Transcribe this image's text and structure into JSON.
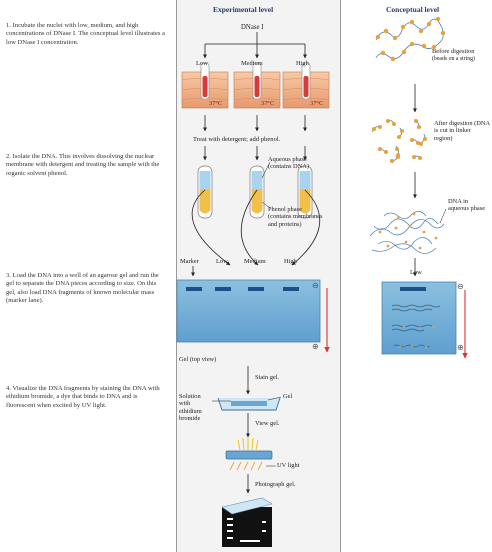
{
  "headers": {
    "experimental": "Experimental level",
    "conceptual": "Conceptual level"
  },
  "steps": [
    {
      "text": "1. Incubate the nuclei with low, medium, and high concentrations of DNase I. The conceptual level illustrates a low DNase I concentration."
    },
    {
      "text": "2. Isolate the DNA. This involves dissolving the nuclear membrane with detergent and treating the sample with the organic solvent phenol."
    },
    {
      "text": "3. Load the DNA into a well of an agarose gel and run the gel to separate the DNA pieces according to size. On this gel, also load DNA fragments of known molecular mass (marker lane)."
    },
    {
      "text": "4. Visualize the DNA fragments by staining the DNA with ethidium bromide, a dye that binds to DNA and is fluorescent when excited by UV light."
    }
  ],
  "experimental": {
    "dnase_label": "DNase I",
    "concentrations": [
      "Low",
      "Medium",
      "High"
    ],
    "temperature": "37°C",
    "detergent_label": "Treat with detergent; add phenol.",
    "aqueous_label": "Aqueous phase (contains DNA)",
    "phenol_label": "Phenol phase (contains membranes and proteins)",
    "lanes": [
      "Marker",
      "Low",
      "Medium",
      "High"
    ],
    "gel_label": "Gel (top view)",
    "stain_label": "Stain gel.",
    "solution_label": "Solution with ethidium bromide",
    "gel_small_label": "Gel",
    "view_label": "View gel.",
    "uv_label": "UV light",
    "photo_label": "Photograph gel.",
    "minus_sign": "⊖",
    "plus_sign": "⊕"
  },
  "conceptual": {
    "before_label": "Before digestion",
    "before_sub": "(beads on a string)",
    "after_label": "After digestion (DNA is cut in linker region)",
    "aqueous_label": "DNA in aqueous phase",
    "low_label": "Low",
    "minus_sign": "⊖",
    "plus_sign": "⊕"
  },
  "colors": {
    "gel": "#7ab3d8",
    "tissue": "#f2b48c",
    "dna_bead": "#e8a23a",
    "dna_strand": "#4a7fb5",
    "arrow_red": "#e03030"
  }
}
